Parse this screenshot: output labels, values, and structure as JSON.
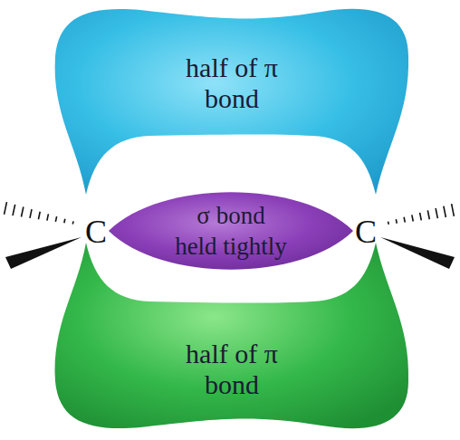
{
  "diagram": {
    "nodes": [
      {
        "text": [
          "half of π bond"
        ]
      },
      {
        "text": [
          "σ bond held tightly"
        ]
      },
      {
        "text": [
          "half of π bond"
        ]
      }
    ],
    "labels": [
      "C",
      "C"
    ]
  }
}
